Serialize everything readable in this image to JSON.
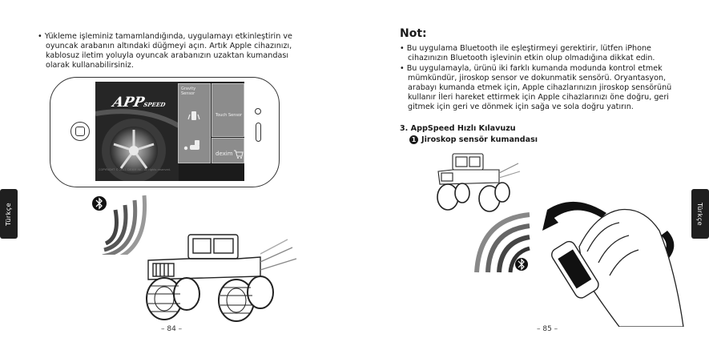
{
  "left_page": {
    "tab_label": "Türkçe",
    "bullet": "• Yükleme işleminiz tamamlandığında, uygulamayı etkinleştirin ve oyuncak arabanın altındaki düğmeyi açın. Artık Apple cihazınızı, kablosuz iletim yoluyla oyuncak arabanızın uzaktan kumandası olarak kullanabilirsiniz.",
    "app_screen": {
      "tile_gravity": "Gravity Sensor",
      "tile_touch": "Touch Sensor",
      "tile_shop": "dexim",
      "copyright": "COPYRIGHT © 2011 DEXIM INC. All rights reserved."
    },
    "page_number": "– 84 –"
  },
  "right_page": {
    "tab_label": "Türkçe",
    "heading": "Not:",
    "bullets": [
      "• Bu uygulama Bluetooth ile eşleştirmeyi gerektirir, lütfen iPhone cihazınızın Bluetooth işlevinin etkin olup olmadığına dikkat edin.",
      "• Bu uygulamayla, ürünü iki farklı kumanda modunda kontrol etmek mümkündür, jiroskop sensor ve dokunmatik sensörü. Oryantasyon, arabayı kumanda etmek için, Apple cihazlarınızın jiroskop sensörünü kullanır İleri hareket ettirmek için Apple cihazlarınızı öne doğru, geri gitmek için geri ve dönmek için sağa ve sola doğru yatırın."
    ],
    "section_title": "3. AppSpeed Hızlı Kılavuzu",
    "sub_number": "1",
    "sub_title": "Jiroskop sensör kumandası",
    "page_number": "– 85 –"
  }
}
